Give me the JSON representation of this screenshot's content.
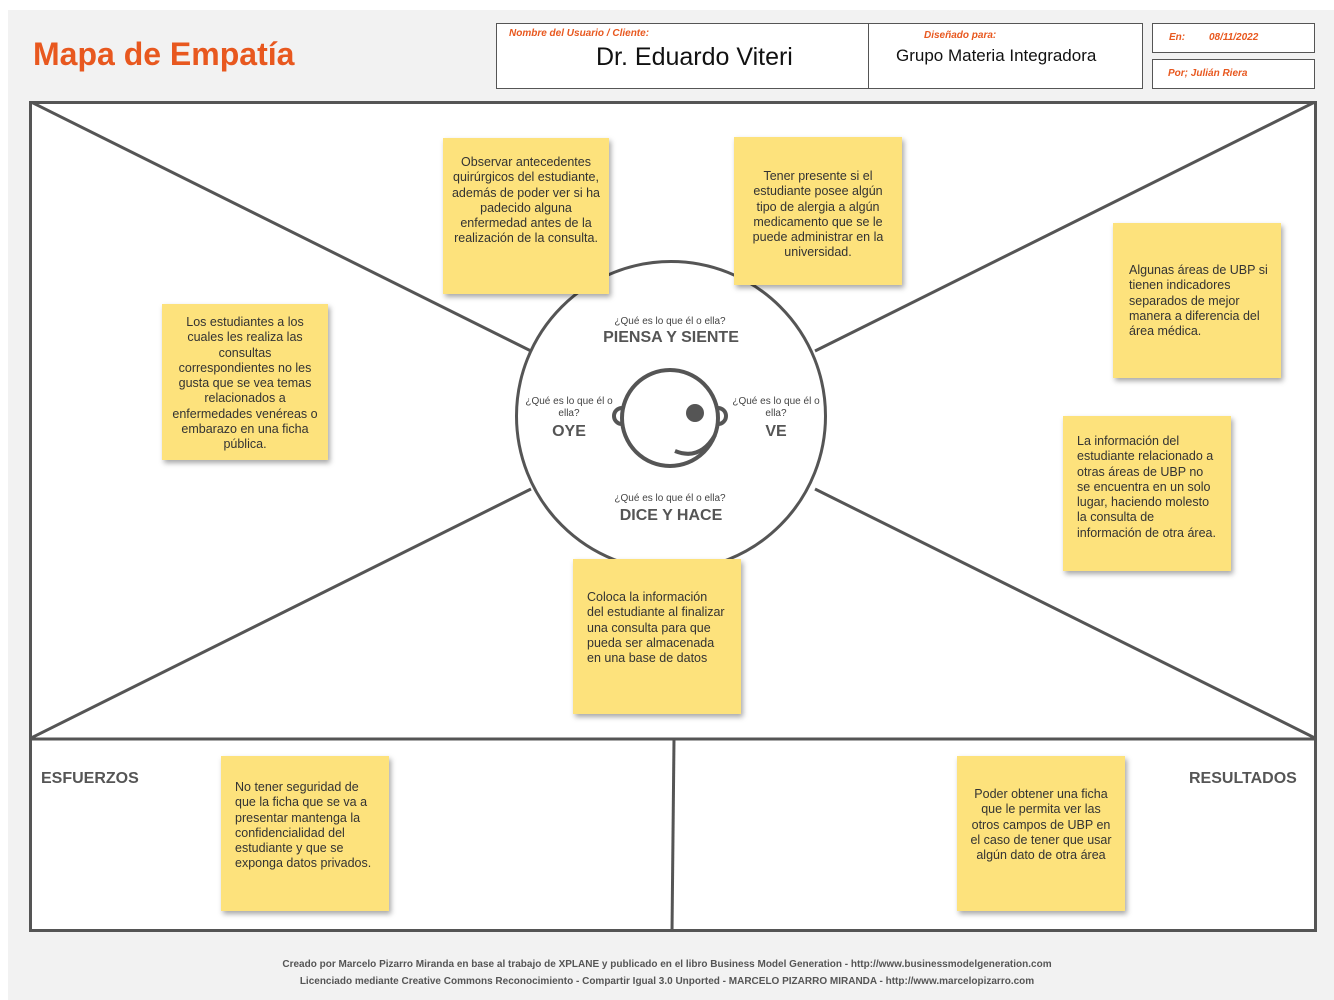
{
  "header": {
    "title": "Mapa de Empatía",
    "client_label": "Nombre del Usuario / Cliente:",
    "client_name": "Dr. Eduardo Viteri",
    "designed_for_label": "Diseñado para:",
    "designed_for": "Grupo Materia Integradora",
    "date_label": "En:",
    "date": "08/11/2022",
    "author": "Por; Julián Riera"
  },
  "center": {
    "think_question": "¿Qué es lo que él o ella?",
    "think_title": "PIENSA Y SIENTE",
    "hear_question": "¿Qué es lo que él o ella?",
    "hear_title": "OYE",
    "see_question": "¿Qué es lo que él o ella?",
    "see_title": "VE",
    "say_question": "¿Qué es lo que él o ella?",
    "say_title": "DICE Y HACE"
  },
  "notes": {
    "think_left": "Observar antecedentes quirúrgicos del estudiante, además de poder ver si ha padecido alguna enfermedad antes de la realización de la consulta.",
    "think_right": "Tener presente si el estudiante posee algún tipo de alergia a algún medicamento que se le puede administrar en la universidad.",
    "hear": "Los estudiantes a los cuales les realiza las consultas correspondientes no les gusta que se vea temas relacionados a enfermedades venéreas o embarazo en una ficha pública.",
    "see_top": "Algunas áreas de UBP si tienen indicadores separados de mejor manera a diferencia del área médica.",
    "see_bottom": "La información del estudiante relacionado a otras áreas de UBP no se encuentra en un solo lugar, haciendo molesto la consulta de información de otra área.",
    "say": "Coloca la información del estudiante al finalizar una consulta para que pueda ser almacenada en una base de datos",
    "efforts": "No tener seguridad de que la ficha que se va a presentar mantenga la confidencialidad del estudiante y que se exponga datos privados.",
    "results": "Poder obtener una ficha que le permita ver las otros campos de UBP en el caso de tener que usar algún dato de otra área"
  },
  "sections": {
    "efforts": "ESFUERZOS",
    "results": "RESULTADOS"
  },
  "footer": {
    "line1": "Creado por Marcelo Pizarro Miranda en base al trabajo de XPLANE y publicado en el libro Business Model Generation - http://www.businessmodelgeneration.com",
    "line2": "Licenciado mediante Creative Commons Reconocimiento - Compartir Igual 3.0 Unported - MARCELO PIZARRO MIRANDA - http://www.marcelopizarro.com"
  },
  "colors": {
    "accent": "#e8581f",
    "note": "#fde27c",
    "line": "#555555"
  }
}
